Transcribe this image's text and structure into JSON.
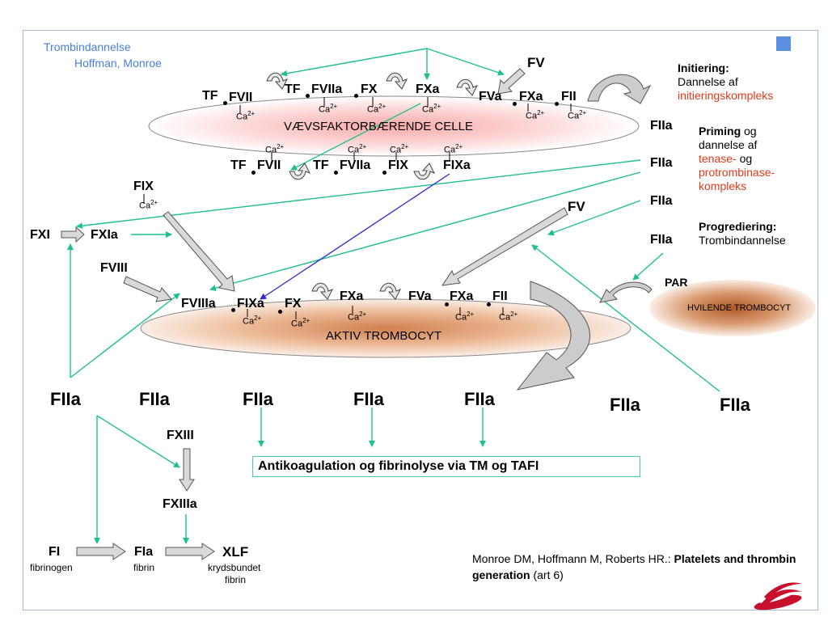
{
  "header": {
    "line1": "Trombindannelse",
    "line2": "Hoffman, Monroe"
  },
  "cells": {
    "tissue_factor_cell": "VÆVSFAKTORBÆRENDE CELLE",
    "active_platelet": "AKTIV   TROMBOCYT",
    "resting_platelet": "HVILENDE TROMBOCYT"
  },
  "factors": {
    "tf": "TF",
    "fvii": "FVII",
    "fviia": "FVIIa",
    "fx": "FX",
    "fxa": "FXa",
    "fva": "FVa",
    "fii": "FII",
    "fv": "FV",
    "fix": "FIX",
    "fixa": "FIXa",
    "fxi": "FXI",
    "fxia": "FXIa",
    "fviii": "FVIII",
    "fviiia": "FVIIIa",
    "fiia": "FIIa",
    "par": "PAR",
    "fxiii": "FXIII",
    "fxiiia": "FXIIIa",
    "fi": "FI",
    "fia": "FIa",
    "xlf": "XLF"
  },
  "calcium": {
    "base": "Ca",
    "charge": "2+"
  },
  "phases": {
    "initiation_title": "Initiering:",
    "initiation_line1": "Dannelse af",
    "initiation_line2": "initieringskompleks",
    "priming_title": "Priming",
    "priming_og": " og",
    "priming_line2": "dannelse af",
    "priming_tenase": "tenase-",
    "priming_og2": " og",
    "priming_prothrombinase1": "protrombinase-",
    "priming_prothrombinase2": "kompleks",
    "progression_title": "Progrediering:",
    "progression_line2": "Trombindannelse"
  },
  "fibrin_labels": {
    "fibrinogen": "fibrinogen",
    "fibrin": "fibrin",
    "crosslinked1": "krydsbundet",
    "crosslinked2": "fibrin"
  },
  "anticoagulation_box": "Antikoagulation og fibrinolyse via TM og TAFI",
  "citation": {
    "authors": "Monroe DM, Hoffmann M, Roberts HR.: ",
    "title_bold": "Platelets and thrombin generation",
    "suffix": " (art 6)"
  },
  "colors": {
    "accent_teal": "#1fbf8f",
    "arrow_blue": "#2a2ad0",
    "highlight_red": "#e03a1a",
    "header_blue": "#4a7fd8"
  }
}
